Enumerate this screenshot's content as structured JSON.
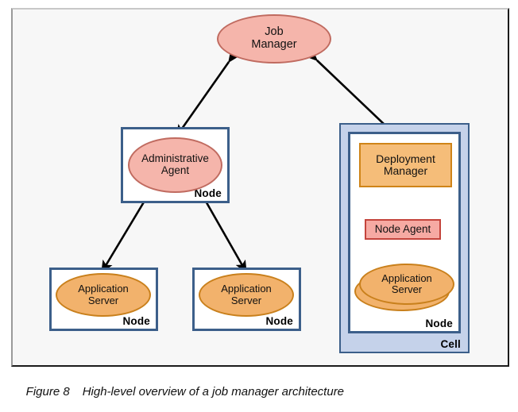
{
  "figure": {
    "caption_number": "Figure 8",
    "caption_text": "High-level overview of a job manager architecture"
  },
  "palette": {
    "pink_fill": "#f5b5ab",
    "pink_stroke": "#c06b60",
    "orange_fill": "#f2b26c",
    "orange_stroke": "#c9801c",
    "rect_orange_fill": "#f5bd79",
    "rect_red_fill": "#f6aaa3",
    "rect_red_stroke": "#c4443c",
    "node_border": "#3c5f8a",
    "cell_fill": "#c5d2ea",
    "canvas_bg": "#f7f7f7"
  },
  "diagram": {
    "job_manager": {
      "label": "Job\nManager"
    },
    "admin_node": {
      "node_label": "Node",
      "agent_label": "Administrative\nAgent"
    },
    "left_app_node": {
      "node_label": "Node",
      "server_label": "Application\nServer"
    },
    "middle_app_node": {
      "node_label": "Node",
      "server_label": "Application\nServer"
    },
    "cell": {
      "cell_label": "Cell",
      "node_label": "Node",
      "deployment_manager_label": "Deployment\nManager",
      "node_agent_label": "Node Agent",
      "server_label": "Application\nServer"
    },
    "connectors": [
      {
        "name": "job-manager-to-admin-agent",
        "type": "double-arrow"
      },
      {
        "name": "job-manager-to-deployment-manager",
        "type": "double-arrow"
      },
      {
        "name": "admin-agent-to-left-app-server",
        "type": "double-arrow"
      },
      {
        "name": "admin-agent-to-middle-app-server",
        "type": "double-arrow"
      },
      {
        "name": "deployment-manager-to-node-agent",
        "type": "double-arrow"
      },
      {
        "name": "node-agent-to-app-server-up",
        "type": "arrow"
      },
      {
        "name": "node-agent-to-app-server-down",
        "type": "arrow"
      }
    ]
  }
}
